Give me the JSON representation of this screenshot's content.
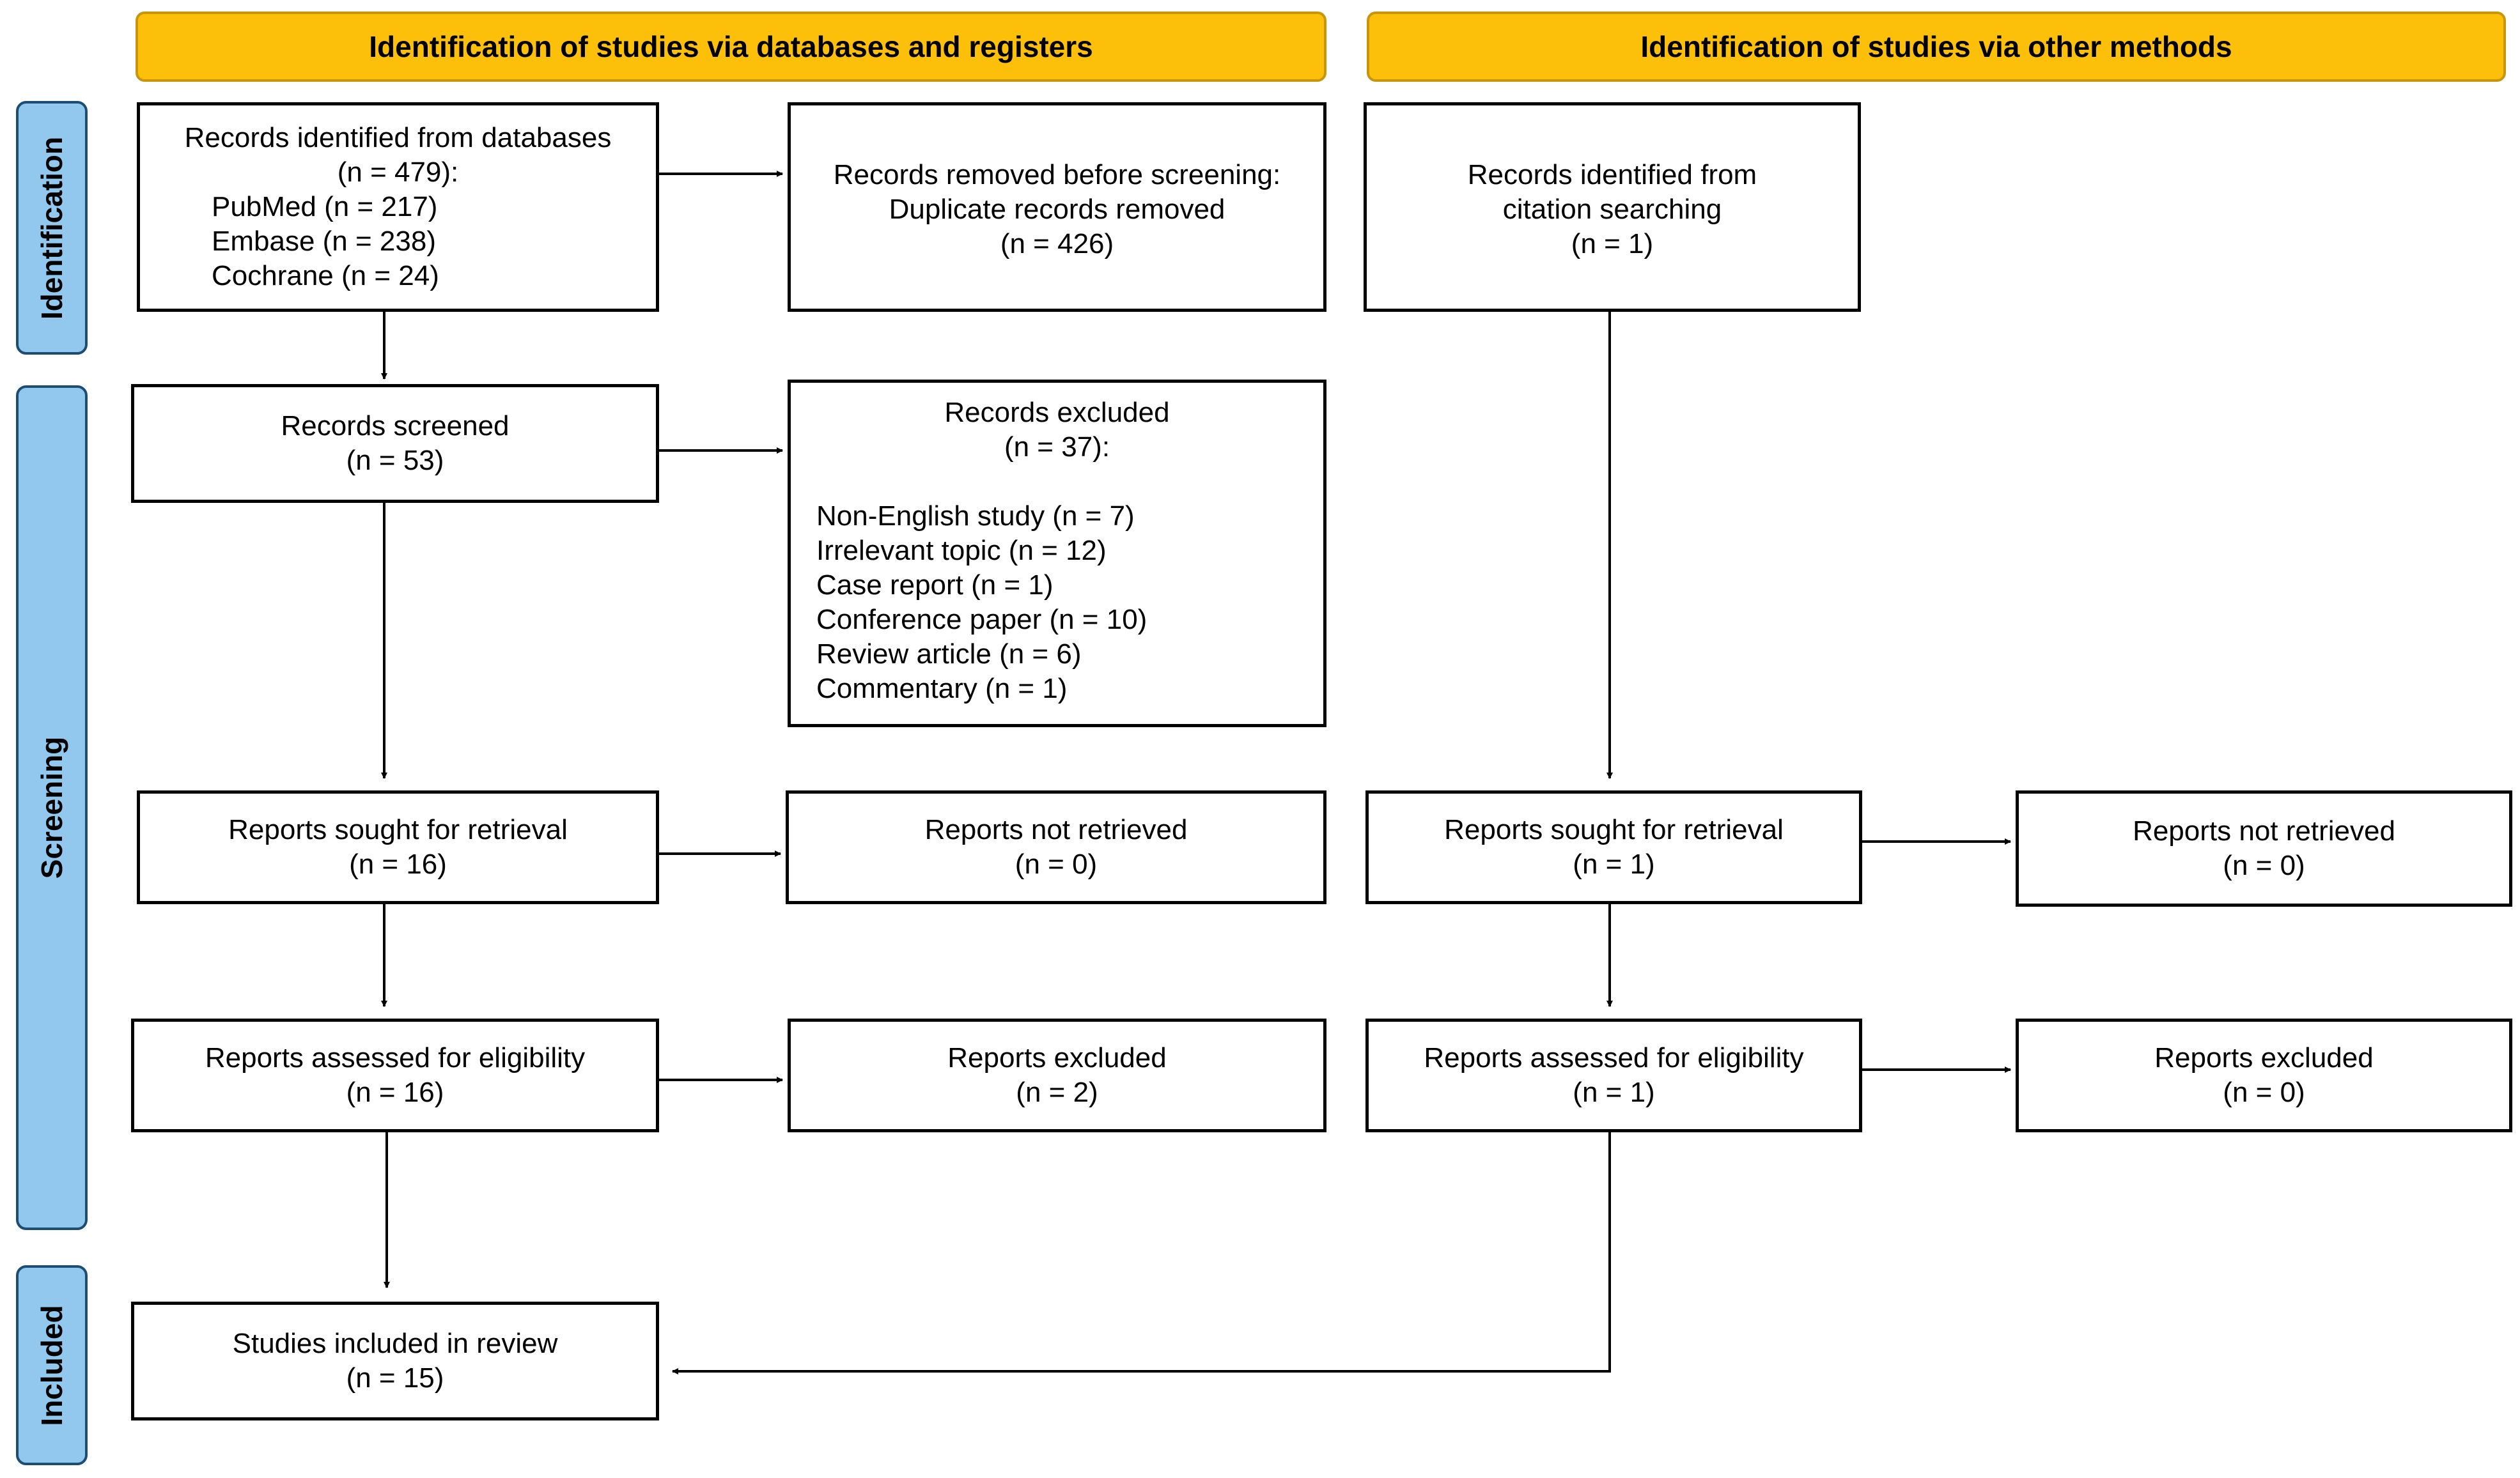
{
  "headers": {
    "databases": "Identification of studies via databases and registers",
    "other": "Identification of studies via other methods"
  },
  "phases": {
    "identification": "Identification",
    "screening": "Screening",
    "included": "Included"
  },
  "boxes": {
    "records_identified": {
      "title": "Records identified from databases",
      "count": "(n = 479):",
      "sources": [
        "PubMed (n = 217)",
        "Embase (n = 238)",
        "Cochrane (n = 24)"
      ]
    },
    "records_removed": {
      "line1": "Records removed before screening:",
      "line2": "Duplicate records removed",
      "line3": "(n = 426)"
    },
    "citation_records": {
      "line1": "Records identified from",
      "line2": "citation searching",
      "line3": "(n = 1)"
    },
    "records_screened": {
      "title": "Records screened",
      "count": "(n = 53)"
    },
    "records_excluded": {
      "title": "Records excluded",
      "count": "(n = 37):",
      "reasons": [
        "Non-English study (n = 7)",
        "Irrelevant topic (n = 12)",
        "Case report (n = 1)",
        "Conference paper (n = 10)",
        "Review article (n = 6)",
        "Commentary (n = 1)"
      ]
    },
    "sought_db": {
      "title": "Reports sought for retrieval",
      "count": "(n = 16)"
    },
    "not_retrieved_db": {
      "title": "Reports not retrieved",
      "count": "(n = 0)"
    },
    "sought_other": {
      "title": "Reports sought for retrieval",
      "count": "(n = 1)"
    },
    "not_retrieved_other": {
      "title": "Reports not retrieved",
      "count": "(n = 0)"
    },
    "assessed_db": {
      "title": "Reports assessed for eligibility",
      "count": "(n = 16)"
    },
    "excluded_db": {
      "title": "Reports excluded",
      "count": "(n = 2)"
    },
    "assessed_other": {
      "title": "Reports assessed for eligibility",
      "count": "(n = 1)"
    },
    "excluded_other": {
      "title": "Reports excluded",
      "count": "(n = 0)"
    },
    "included": {
      "title": "Studies included in review",
      "count": "(n = 15)"
    }
  }
}
